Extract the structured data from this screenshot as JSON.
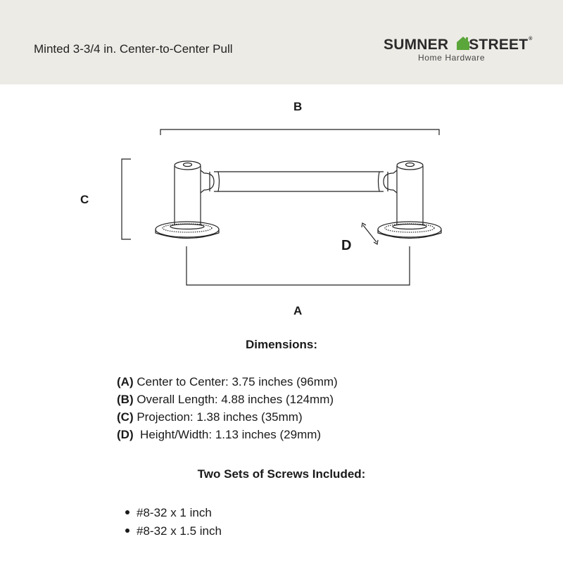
{
  "header": {
    "product_title": "Minted 3-3/4 in. Center-to-Center Pull",
    "brand": {
      "name_part1": "SUMNER",
      "name_part2": "STREET",
      "registered": "®",
      "tagline": "Home Hardware",
      "icon": "house-icon",
      "accent_color": "#5aa63a"
    }
  },
  "diagram": {
    "labels": {
      "a": "A",
      "b": "B",
      "c": "C",
      "d": "D"
    }
  },
  "dimensions": {
    "heading": "Dimensions:",
    "items": [
      {
        "key": "(A)",
        "text": " Center to Center: 3.75 inches (96mm)"
      },
      {
        "key": "(B)",
        "text": " Overall Length: 4.88 inches (124mm)"
      },
      {
        "key": "(C)",
        "text": " Projection: 1.38 inches (35mm)"
      },
      {
        "key": "(D)",
        "text": "  Height/Width: 1.13 inches (29mm)"
      }
    ]
  },
  "screws": {
    "heading": "Two Sets of Screws Included:",
    "items": [
      "#8-32 x 1 inch",
      "#8-32 x 1.5 inch"
    ]
  }
}
